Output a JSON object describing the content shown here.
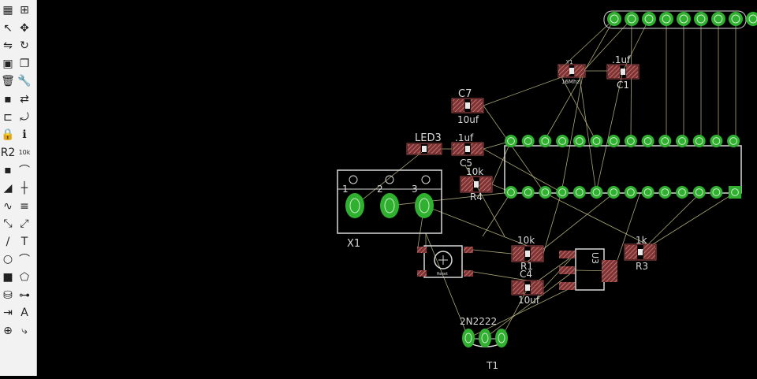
{
  "toolbar": {
    "tools": [
      {
        "name": "layers-icon",
        "glyph": "▦"
      },
      {
        "name": "grid-icon",
        "glyph": "⊞"
      },
      {
        "name": "pointer-icon",
        "glyph": "↖"
      },
      {
        "name": "move-icon",
        "glyph": "✥"
      },
      {
        "name": "mirror-icon",
        "glyph": "⇋"
      },
      {
        "name": "rotate-icon",
        "glyph": "↻"
      },
      {
        "name": "group-icon",
        "glyph": "▣"
      },
      {
        "name": "copy-icon",
        "glyph": "❐"
      },
      {
        "name": "delete-icon",
        "glyph": "🗑"
      },
      {
        "name": "wrench-icon",
        "glyph": "🔧"
      },
      {
        "name": "add-part-icon",
        "glyph": "▪"
      },
      {
        "name": "replace-icon",
        "glyph": "⇄"
      },
      {
        "name": "split-icon",
        "glyph": "⊏"
      },
      {
        "name": "route-icon",
        "glyph": "⤾"
      },
      {
        "name": "lock-icon",
        "glyph": "🔒"
      },
      {
        "name": "info-icon",
        "glyph": "ℹ"
      },
      {
        "name": "name-icon",
        "glyph": "R2"
      },
      {
        "name": "value-icon",
        "glyph": "10k"
      },
      {
        "name": "via-icon",
        "glyph": "▪"
      },
      {
        "name": "miter-icon",
        "glyph": "⌒"
      },
      {
        "name": "polygon-icon",
        "glyph": "◢"
      },
      {
        "name": "smash-icon",
        "glyph": "┼"
      },
      {
        "name": "meander-icon",
        "glyph": "∿"
      },
      {
        "name": "ripup-icon",
        "glyph": "≡"
      },
      {
        "name": "autoroute-icon",
        "glyph": "⤡"
      },
      {
        "name": "ratsnest-icon",
        "glyph": "⤢"
      },
      {
        "name": "line-icon",
        "glyph": "/"
      },
      {
        "name": "text-icon",
        "glyph": "T"
      },
      {
        "name": "circle-icon",
        "glyph": "○"
      },
      {
        "name": "arc-icon",
        "glyph": "⌒"
      },
      {
        "name": "rectangle-icon",
        "glyph": "■"
      },
      {
        "name": "polygon-draw-icon",
        "glyph": "⬠"
      },
      {
        "name": "drc-icon",
        "glyph": "⛁"
      },
      {
        "name": "errors-icon",
        "glyph": "⊶"
      },
      {
        "name": "dimension-icon",
        "glyph": "⇥"
      },
      {
        "name": "attribute-icon",
        "glyph": "A"
      },
      {
        "name": "hole-icon",
        "glyph": "⊕"
      },
      {
        "name": "signal-icon",
        "glyph": "⤷"
      }
    ]
  },
  "colors": {
    "pad": "#2fb12f",
    "pad_inner": "#cfe8cf",
    "smd": "#c86b6b",
    "silk": "#d8d8d8",
    "airwire": "#c8c48a"
  },
  "labels": {
    "x1": "X1",
    "x1_pin1": "1",
    "x1_pin2": "2",
    "x1_pin3": "3",
    "led3": "LED3",
    "c5_value": ".1uf",
    "c5_name": "C5",
    "c7_name": "C7",
    "c7_value": "10uf",
    "r4_value": "10k",
    "r4_name": "R4",
    "c1_value": ".1uf",
    "c1_name": "C1",
    "y1_top": "Y1",
    "y1_bottom": "16Mhz",
    "r1_value": "10k",
    "r1_name": "R1",
    "c4_name": "C4",
    "c4_value": "10uf",
    "r3_value": "1k",
    "r3_name": "R3",
    "u3_name": "U3",
    "t1_part": "2N2222",
    "t1_name": "T1",
    "switch_label": "Reset"
  }
}
